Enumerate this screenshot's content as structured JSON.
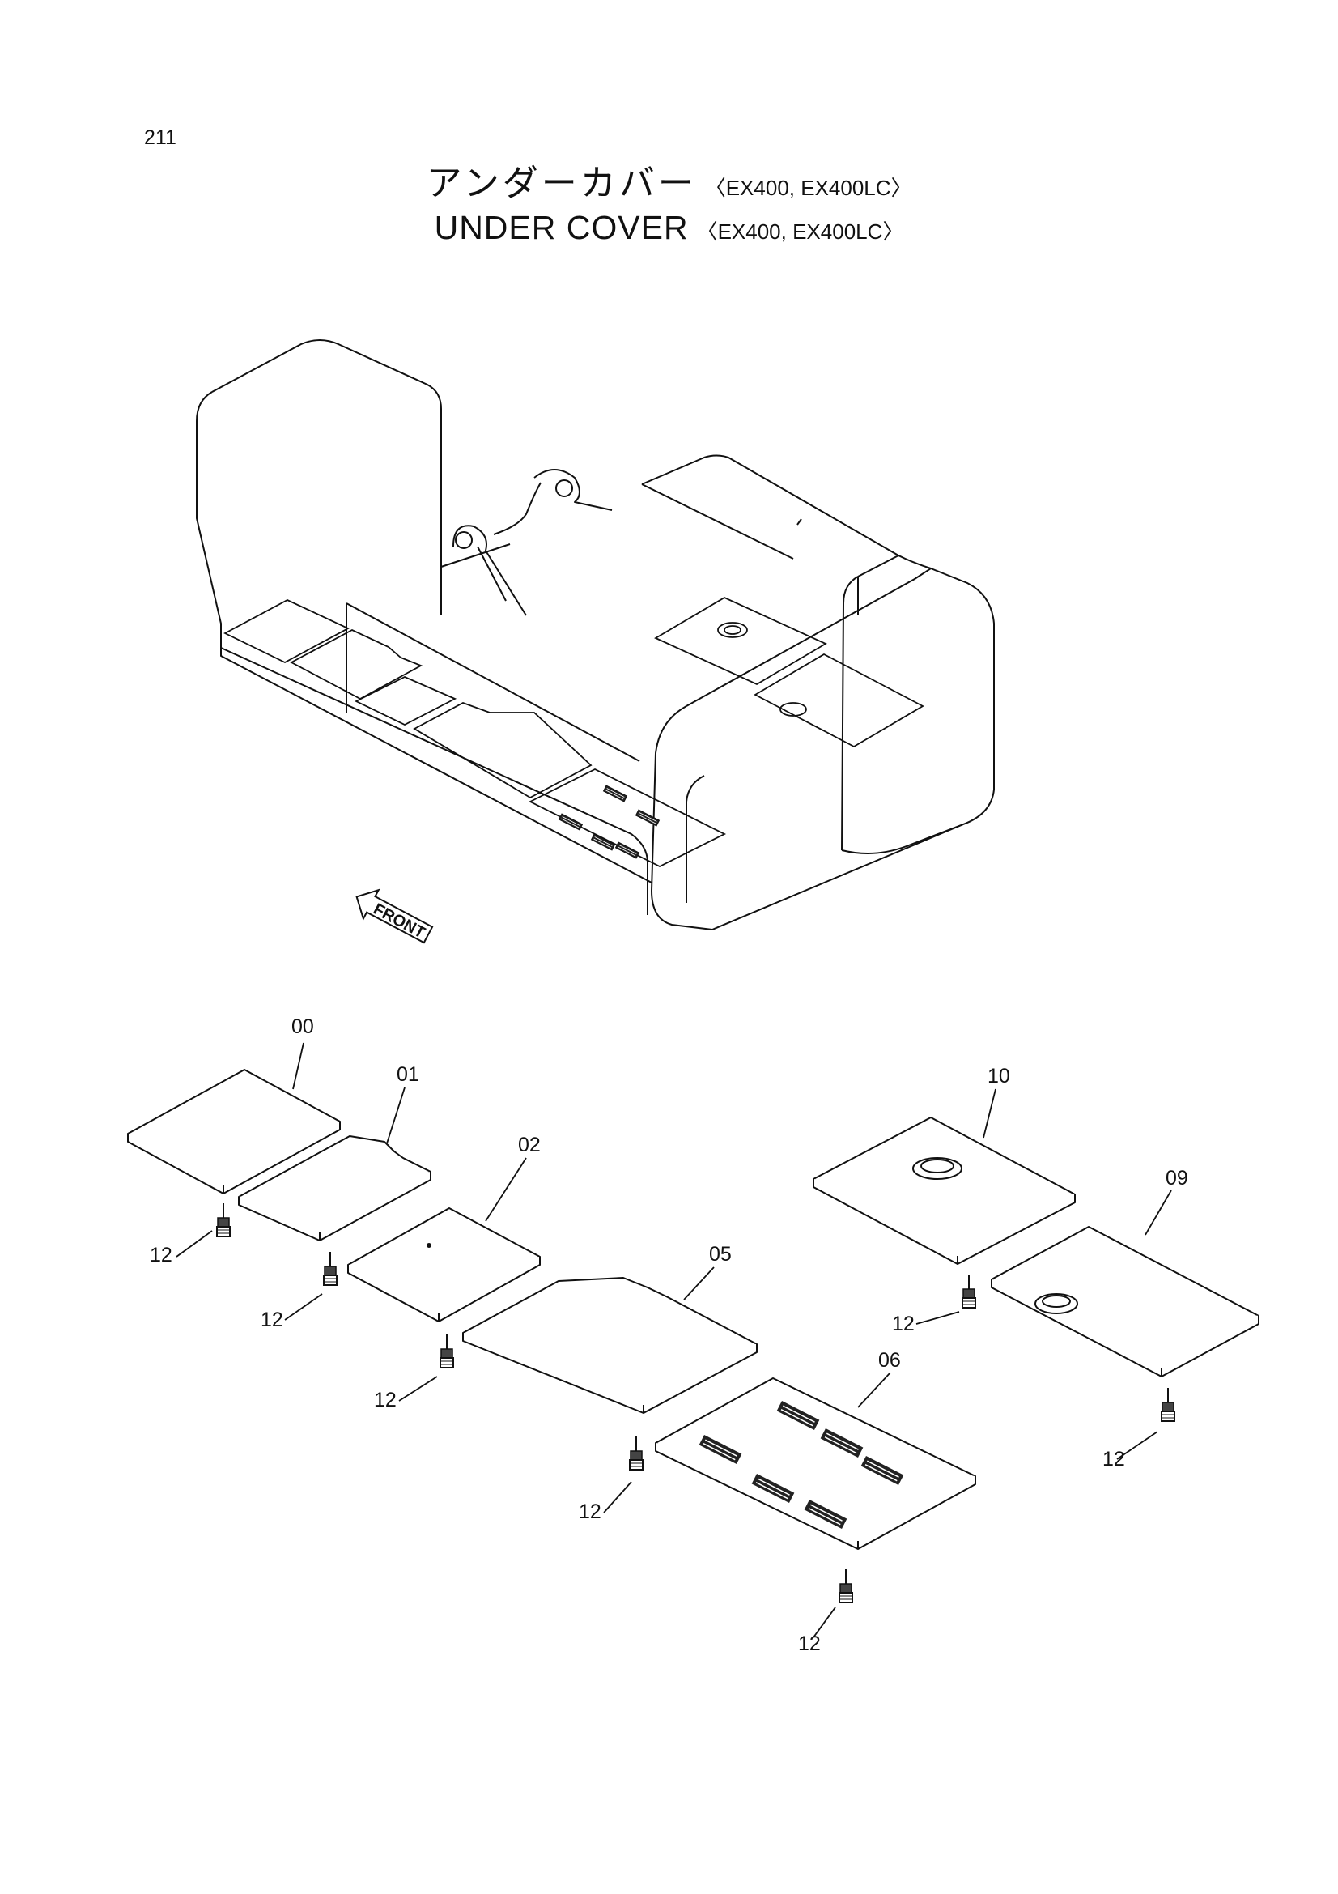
{
  "page_number": "211",
  "title": {
    "japanese": "アンダーカバー",
    "english": "UNDER  COVER",
    "models": "〈EX400, EX400LC〉"
  },
  "front_label": "FRONT",
  "callouts": {
    "p00": "00",
    "p01": "01",
    "p02": "02",
    "p05": "05",
    "p06": "06",
    "p09": "09",
    "p10": "10",
    "bolt": "12"
  }
}
